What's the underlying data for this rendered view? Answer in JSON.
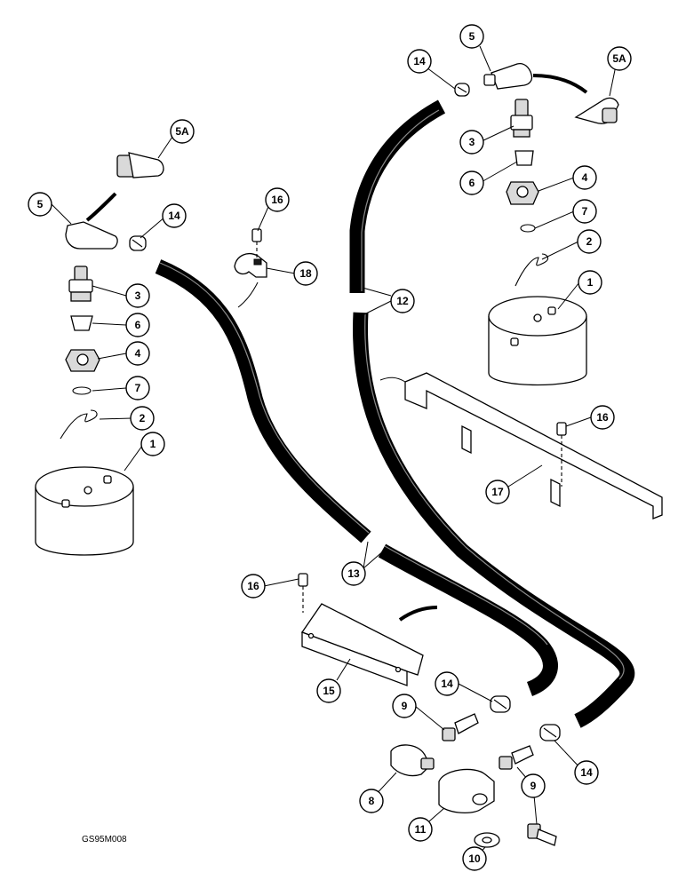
{
  "figure_code": "GS95M008",
  "colors": {
    "ink": "#000000",
    "paper": "#ffffff",
    "shade": "#d9d9d9"
  },
  "callouts": [
    {
      "id": "c5-top-right",
      "label": "5"
    },
    {
      "id": "c5a-top-right",
      "label": "5A"
    },
    {
      "id": "c14-top",
      "label": "14"
    },
    {
      "id": "c3-right",
      "label": "3"
    },
    {
      "id": "c6-right",
      "label": "6"
    },
    {
      "id": "c4-right",
      "label": "4"
    },
    {
      "id": "c7-right",
      "label": "7"
    },
    {
      "id": "c2-right",
      "label": "2"
    },
    {
      "id": "c1-right",
      "label": "1"
    },
    {
      "id": "c12",
      "label": "12"
    },
    {
      "id": "c16-right",
      "label": "16"
    },
    {
      "id": "c17",
      "label": "17"
    },
    {
      "id": "c5a-left",
      "label": "5A"
    },
    {
      "id": "c5-left",
      "label": "5"
    },
    {
      "id": "c14-left",
      "label": "14"
    },
    {
      "id": "c16-top",
      "label": "16"
    },
    {
      "id": "c18",
      "label": "18"
    },
    {
      "id": "c3-left",
      "label": "3"
    },
    {
      "id": "c6-left",
      "label": "6"
    },
    {
      "id": "c4-left",
      "label": "4"
    },
    {
      "id": "c7-left",
      "label": "7"
    },
    {
      "id": "c2-left",
      "label": "2"
    },
    {
      "id": "c1-left",
      "label": "1"
    },
    {
      "id": "c13",
      "label": "13"
    },
    {
      "id": "c16-bottom",
      "label": "16"
    },
    {
      "id": "c15",
      "label": "15"
    },
    {
      "id": "c14-bottom-left",
      "label": "14"
    },
    {
      "id": "c9-left",
      "label": "9"
    },
    {
      "id": "c14-bottom-right",
      "label": "14"
    },
    {
      "id": "c9-right",
      "label": "9"
    },
    {
      "id": "c8",
      "label": "8"
    },
    {
      "id": "c11",
      "label": "11"
    },
    {
      "id": "c10",
      "label": "10"
    }
  ]
}
